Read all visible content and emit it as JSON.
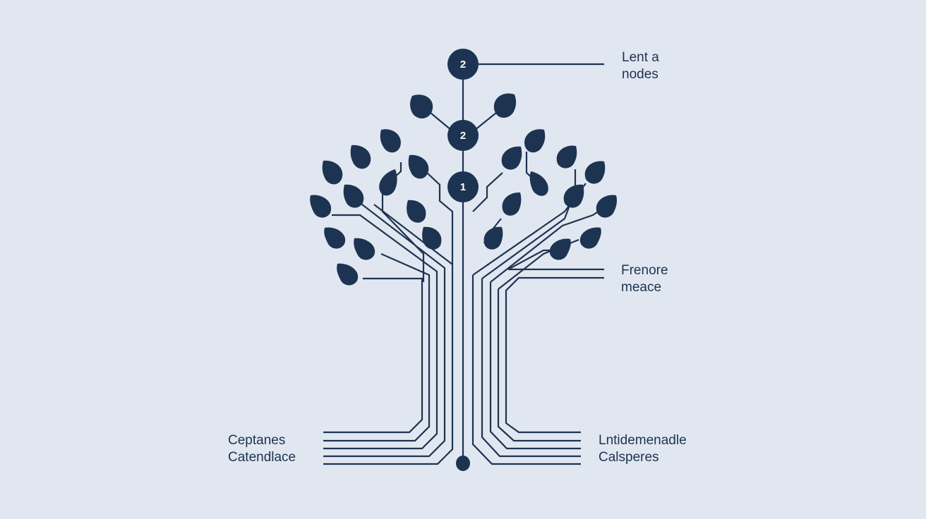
{
  "colors": {
    "background": "#e1e7f0",
    "ink": "#1d3352",
    "node_text": "#ffffff"
  },
  "nodes": [
    {
      "id": "top",
      "label": "2"
    },
    {
      "id": "middle",
      "label": "2"
    },
    {
      "id": "lower",
      "label": "1"
    }
  ],
  "labels": {
    "top_right": {
      "line1": "Lent a",
      "line2": "nodes"
    },
    "middle_right": {
      "line1": "Frenore",
      "line2": "meace"
    },
    "bottom_left": {
      "line1": "Ceptanes",
      "line2": "Catendlace"
    },
    "bottom_right": {
      "line1": "Lntidemenadle",
      "line2": "Calsperes"
    }
  }
}
